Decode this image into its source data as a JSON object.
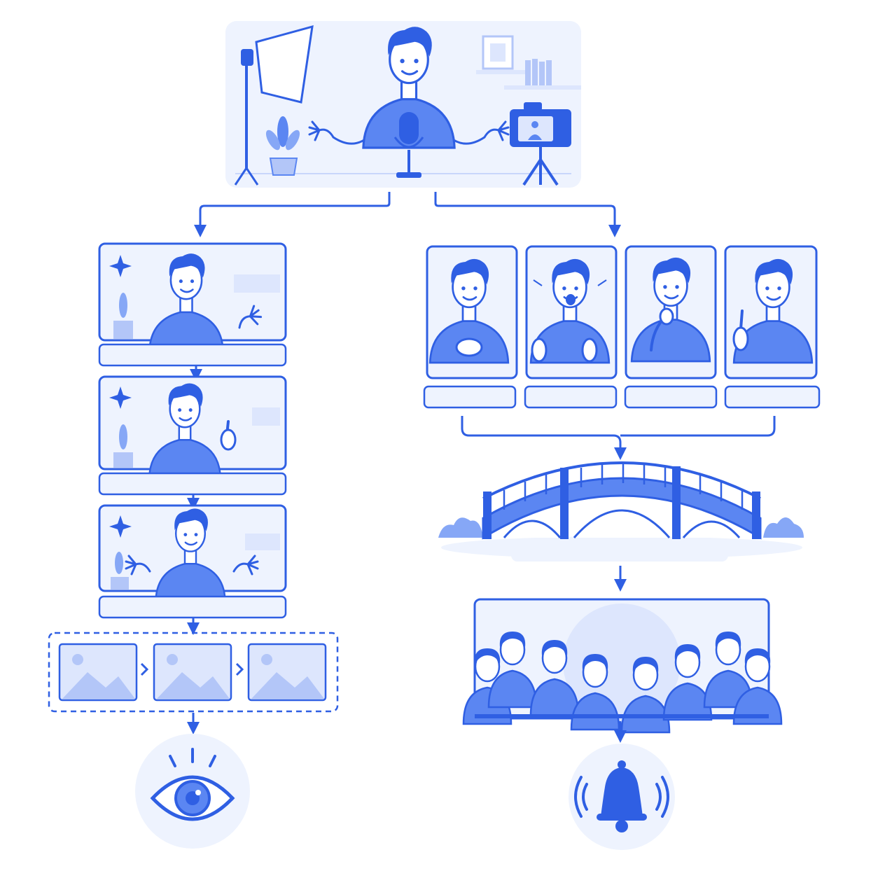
{
  "theme": {
    "primary": "#2f5fe3",
    "mid": "#5b86f2",
    "light": "#dde6fd",
    "pale": "#eef3fe",
    "bg": "#ffffff"
  },
  "source_scene": {
    "props": [
      "softbox-light",
      "plant",
      "microphone",
      "camera-on-tripod",
      "picture-frame",
      "bookshelf"
    ]
  },
  "left_branch": {
    "clips": [
      {
        "gesture": "open-palm"
      },
      {
        "gesture": "finger-up"
      },
      {
        "gesture": "both-hands-open"
      }
    ],
    "thumbnail_count": 3,
    "end_icon": "eye-icon"
  },
  "right_branch": {
    "expressions": [
      "hand-on-chest",
      "surprised",
      "thinking",
      "finger-raised"
    ],
    "bridge_icon": "bridge-icon",
    "audience_icon": "audience-icon",
    "end_icon": "bell-icon"
  }
}
